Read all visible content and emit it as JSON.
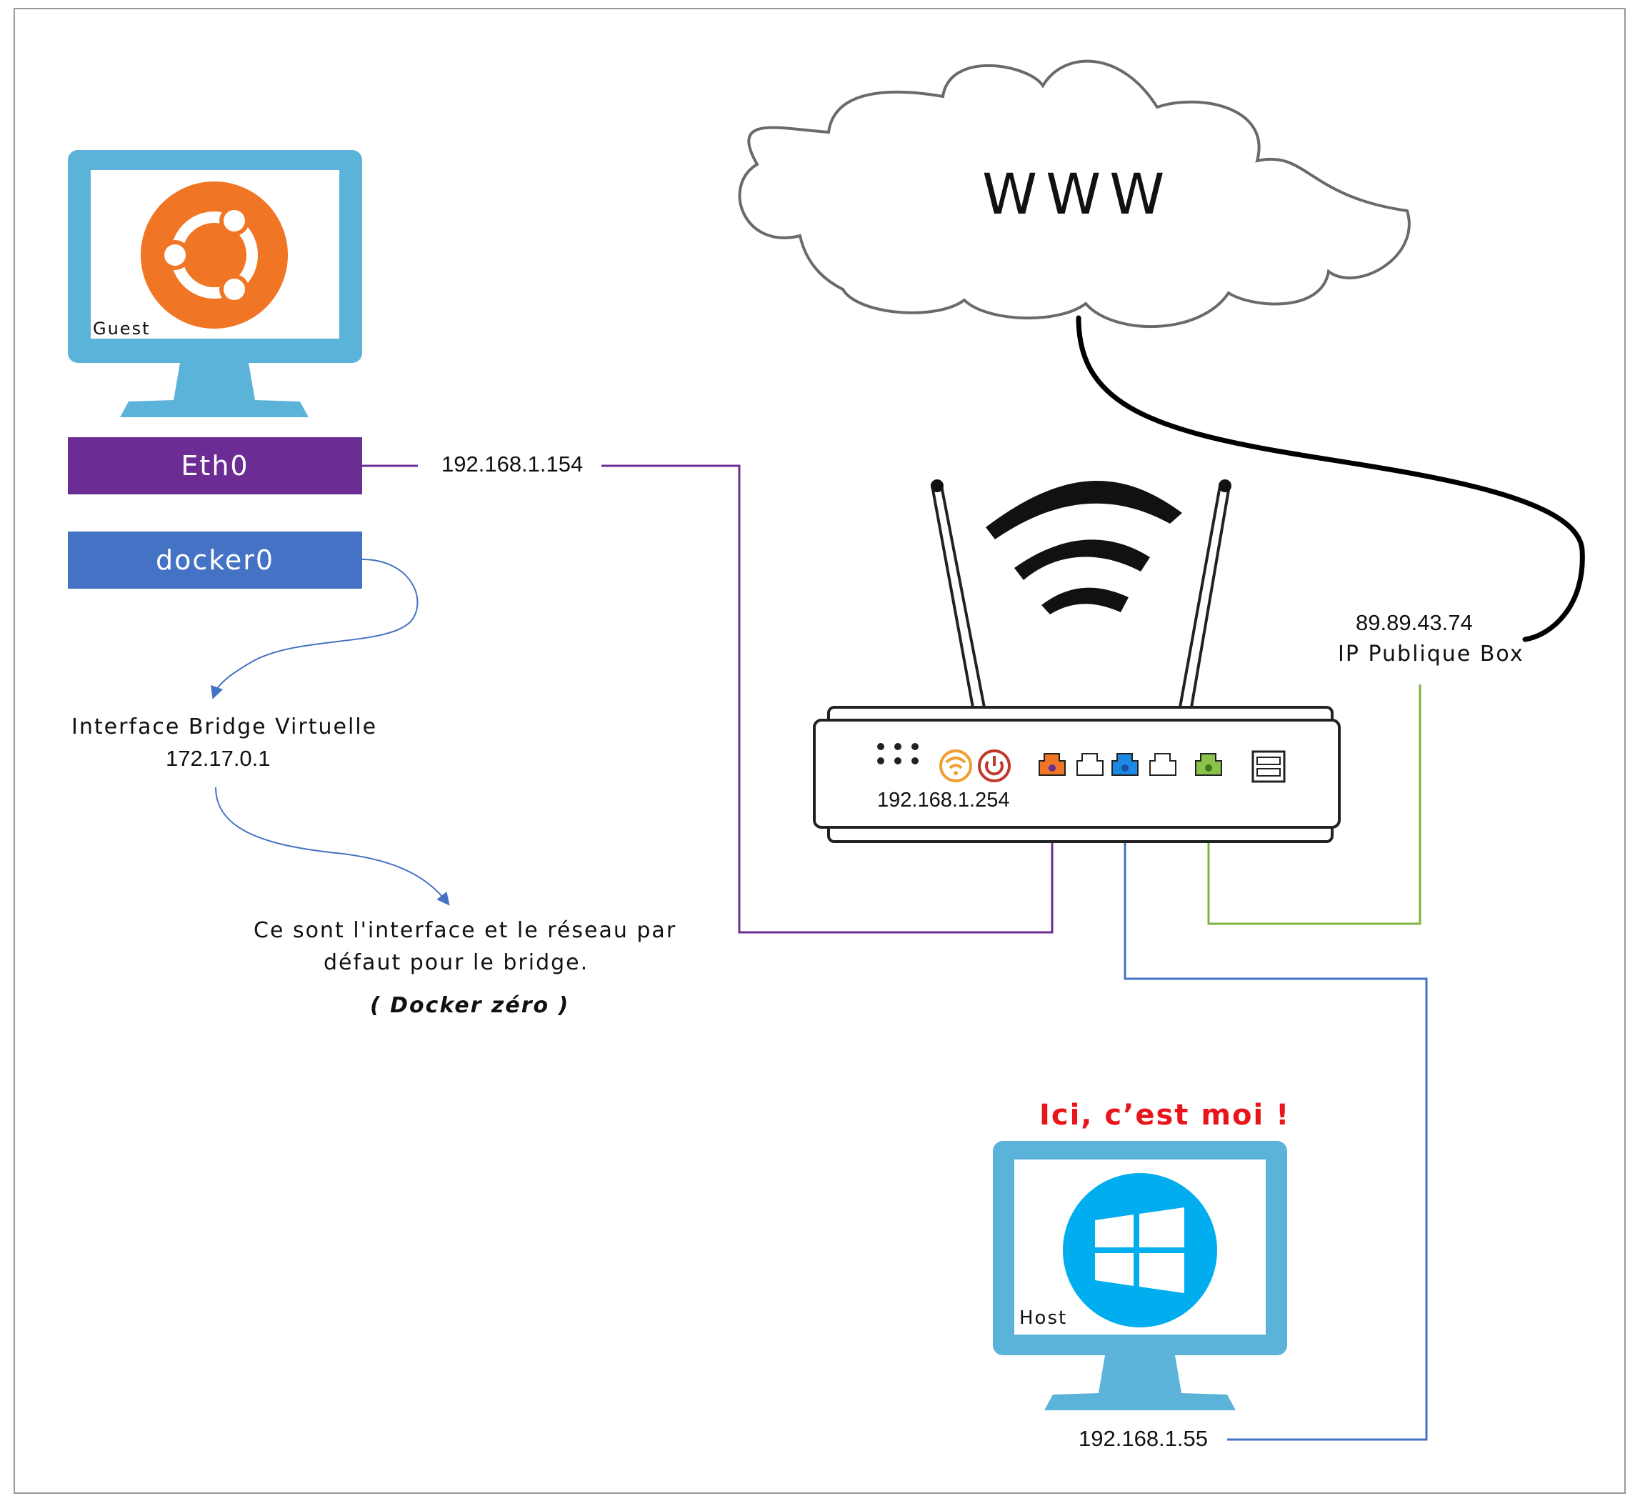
{
  "cloud": {
    "label": "WWW"
  },
  "guest": {
    "label": "Guest",
    "os_icon": "ubuntu-logo-icon"
  },
  "host": {
    "label": "Host",
    "os_icon": "windows-logo-icon",
    "callout": "Ici, c’est moi !",
    "ip": "192.168.1.55"
  },
  "interfaces": {
    "eth0": {
      "label": "Eth0",
      "ip": "192.168.1.154"
    },
    "docker0": {
      "label": "docker0"
    }
  },
  "bridge": {
    "title": "Interface Bridge Virtuelle",
    "ip": "172.17.0.1",
    "note_line1": "Ce sont l'interface et le réseau par",
    "note_line2": "défaut pour le bridge.",
    "note_line3": "( Docker zéro )"
  },
  "router": {
    "ip": "192.168.1.254"
  },
  "public": {
    "ip": "89.89.43.74",
    "label": "IP Publique Box"
  },
  "colors": {
    "monitor": "#5bb3d9",
    "eth0_bar": "#6b2d93",
    "docker0_bar": "#4472c4",
    "eth0_line": "#6b2d93",
    "host_line": "#4472c4",
    "wan_line": "#7cb342",
    "ubuntu_orange": "#f07524",
    "windows_blue": "#00adef",
    "callout_red": "#e8161b"
  }
}
